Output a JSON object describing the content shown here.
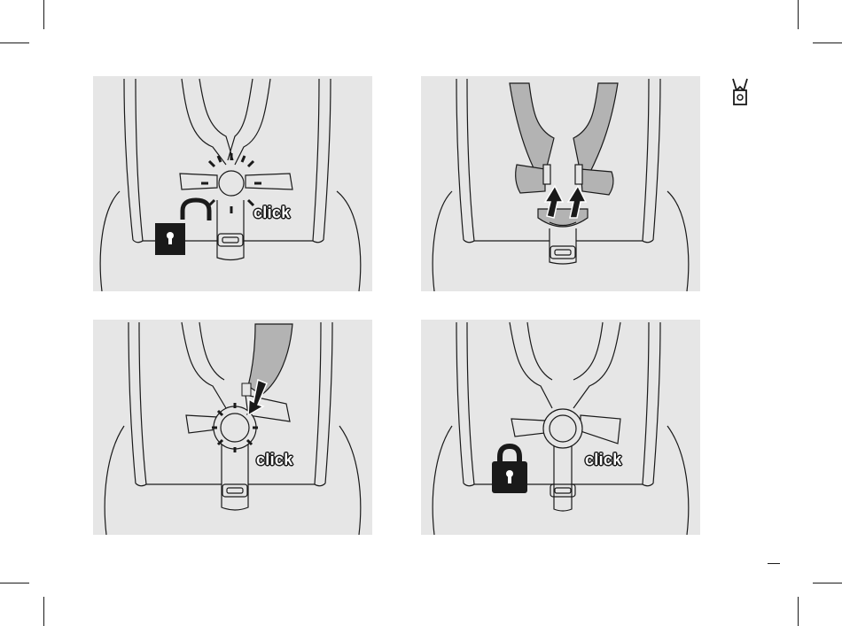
{
  "page": {
    "section_icon": "harness-clip-icon",
    "page_marker": "—"
  },
  "steps": [
    {
      "id": "step-1",
      "label": "click",
      "lock_state": "unlocked",
      "icon": "padlock-open-icon"
    },
    {
      "id": "step-2",
      "label": "",
      "lock_state": "none",
      "icon": "up-arrows-icon"
    },
    {
      "id": "step-3",
      "label": "click",
      "lock_state": "none",
      "icon": "down-arrow-icon"
    },
    {
      "id": "step-4",
      "label": "click",
      "lock_state": "locked",
      "icon": "padlock-closed-icon"
    }
  ],
  "colors": {
    "panel_bg": "#e6e6e6",
    "line": "#1a1a1a",
    "strap_grey": "#b3b3b3",
    "lock_fill": "#1a1a1a"
  }
}
